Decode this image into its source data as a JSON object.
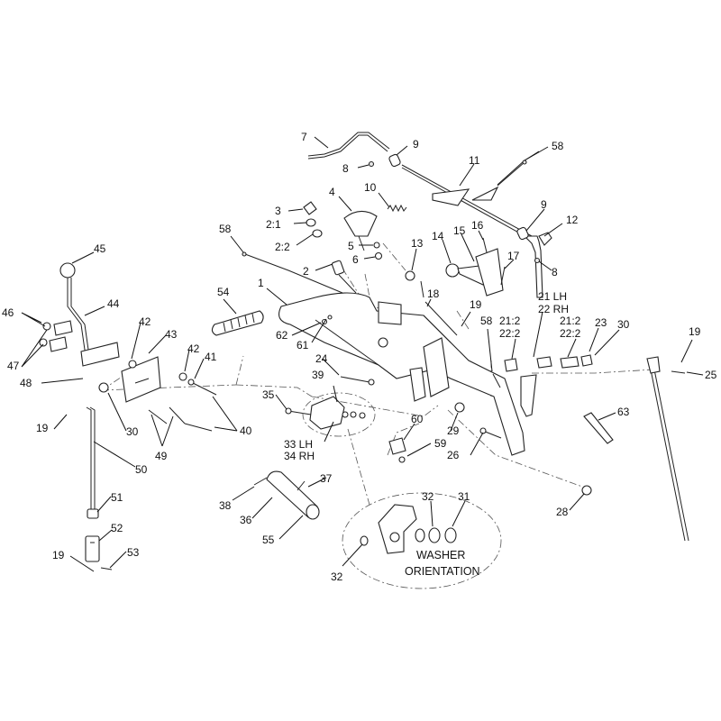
{
  "callouts": [
    {
      "id": "c7",
      "text": "7"
    },
    {
      "id": "c8a",
      "text": "8"
    },
    {
      "id": "c9a",
      "text": "9"
    },
    {
      "id": "c58a",
      "text": "58"
    },
    {
      "id": "c11",
      "text": "11"
    },
    {
      "id": "c3",
      "text": "3"
    },
    {
      "id": "c4",
      "text": "4"
    },
    {
      "id": "c10",
      "text": "10"
    },
    {
      "id": "c2_1",
      "text": "2:1"
    },
    {
      "id": "c2_2",
      "text": "2:2"
    },
    {
      "id": "c2",
      "text": "2"
    },
    {
      "id": "c5",
      "text": "5"
    },
    {
      "id": "c6",
      "text": "6"
    },
    {
      "id": "c13",
      "text": "13"
    },
    {
      "id": "c14",
      "text": "14"
    },
    {
      "id": "c15",
      "text": "15"
    },
    {
      "id": "c16",
      "text": "16"
    },
    {
      "id": "c9b",
      "text": "9"
    },
    {
      "id": "c12",
      "text": "12"
    },
    {
      "id": "c17",
      "text": "17"
    },
    {
      "id": "c8b",
      "text": "8"
    },
    {
      "id": "c58b",
      "text": "58"
    },
    {
      "id": "c54",
      "text": "54"
    },
    {
      "id": "c1",
      "text": "1"
    },
    {
      "id": "c18",
      "text": "18"
    },
    {
      "id": "c19a",
      "text": "19"
    },
    {
      "id": "c21lh",
      "text": "21 LH"
    },
    {
      "id": "c22rh",
      "text": "22 RH"
    },
    {
      "id": "c21_2a",
      "text": "21:2"
    },
    {
      "id": "c22_2a",
      "text": "22:2"
    },
    {
      "id": "c21_2b",
      "text": "21:2"
    },
    {
      "id": "c22_2b",
      "text": "22:2"
    },
    {
      "id": "c23",
      "text": "23"
    },
    {
      "id": "c30a",
      "text": "30"
    },
    {
      "id": "c58c",
      "text": "58"
    },
    {
      "id": "c62",
      "text": "62"
    },
    {
      "id": "c61",
      "text": "61"
    },
    {
      "id": "c45",
      "text": "45"
    },
    {
      "id": "c44",
      "text": "44"
    },
    {
      "id": "c46",
      "text": "46"
    },
    {
      "id": "c47",
      "text": "47"
    },
    {
      "id": "c42a",
      "text": "42"
    },
    {
      "id": "c43",
      "text": "43"
    },
    {
      "id": "c42b",
      "text": "42"
    },
    {
      "id": "c41",
      "text": "41"
    },
    {
      "id": "c48",
      "text": "48"
    },
    {
      "id": "c30b",
      "text": "30"
    },
    {
      "id": "c40",
      "text": "40"
    },
    {
      "id": "c49",
      "text": "49"
    },
    {
      "id": "c19b",
      "text": "19"
    },
    {
      "id": "c50",
      "text": "50"
    },
    {
      "id": "c24",
      "text": "24"
    },
    {
      "id": "c39",
      "text": "39"
    },
    {
      "id": "c35",
      "text": "35"
    },
    {
      "id": "c33lh",
      "text": "33 LH"
    },
    {
      "id": "c34rh",
      "text": "34 RH"
    },
    {
      "id": "c60",
      "text": "60"
    },
    {
      "id": "c29",
      "text": "29"
    },
    {
      "id": "c59",
      "text": "59"
    },
    {
      "id": "c26",
      "text": "26"
    },
    {
      "id": "c19c",
      "text": "19"
    },
    {
      "id": "c25",
      "text": "25"
    },
    {
      "id": "c63",
      "text": "63"
    },
    {
      "id": "c37",
      "text": "37"
    },
    {
      "id": "c38",
      "text": "38"
    },
    {
      "id": "c36",
      "text": "36"
    },
    {
      "id": "c55",
      "text": "55"
    },
    {
      "id": "c51",
      "text": "51"
    },
    {
      "id": "c52",
      "text": "52"
    },
    {
      "id": "c19d",
      "text": "19"
    },
    {
      "id": "c53",
      "text": "53"
    },
    {
      "id": "c32a",
      "text": "32"
    },
    {
      "id": "c31",
      "text": "31"
    },
    {
      "id": "c28",
      "text": "28"
    },
    {
      "id": "c32b",
      "text": "32"
    }
  ],
  "detail_note": {
    "line1": "WASHER",
    "line2": "ORIENTATION"
  }
}
